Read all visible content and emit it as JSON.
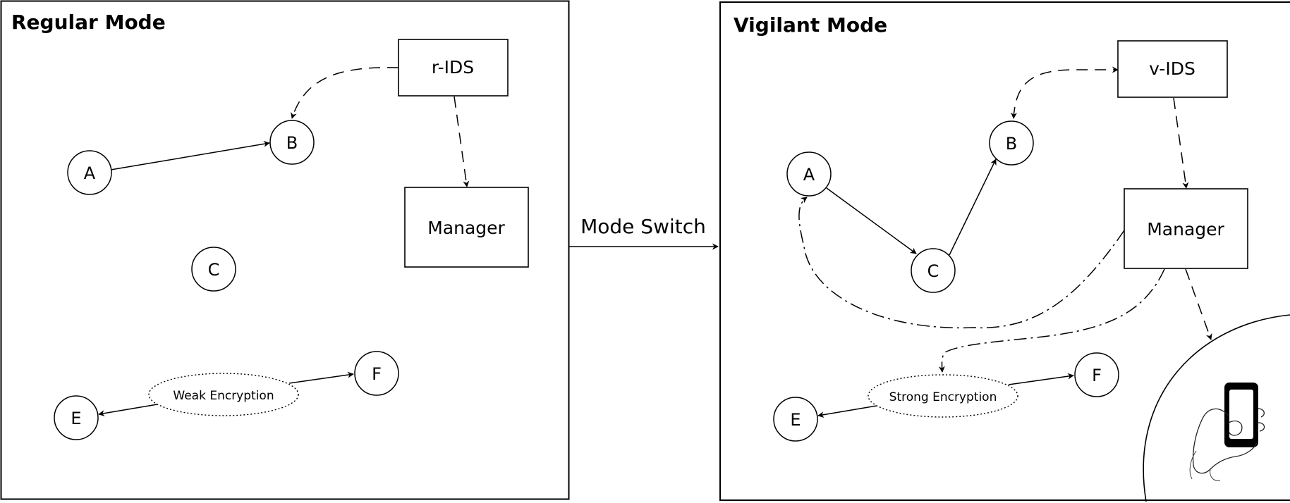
{
  "regular": {
    "title": "Regular Mode",
    "ids_label": "r-IDS",
    "manager_label": "Manager",
    "nodes": {
      "a": "A",
      "b": "B",
      "c": "C",
      "e": "E",
      "f": "F"
    },
    "encryption_label": "Weak Encryption"
  },
  "transition": {
    "label": "Mode Switch"
  },
  "vigilant": {
    "title": "Vigilant Mode",
    "ids_label": "v-IDS",
    "manager_label": "Manager",
    "nodes": {
      "a": "A",
      "b": "B",
      "c": "C",
      "e": "E",
      "f": "F"
    },
    "encryption_label": "Strong Encryption",
    "device_icon": "smartphone-in-hand-icon"
  },
  "colors": {
    "stroke": "#000000",
    "background": "#ffffff"
  }
}
